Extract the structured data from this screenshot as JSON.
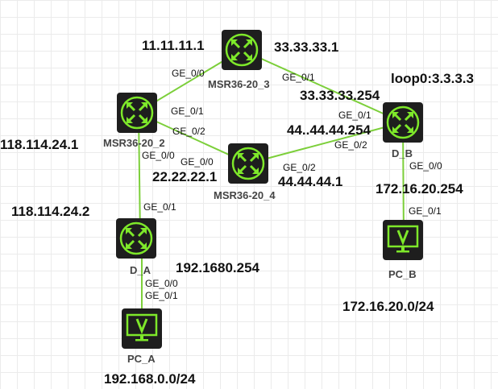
{
  "colors": {
    "link": "#7ccf3a",
    "device_bg": "#1e1e1e",
    "device_accent": "#7ee82a",
    "grid": "#ebebeb"
  },
  "devices": {
    "msr3": {
      "name": "MSR36-20_3",
      "icon": "router-icon"
    },
    "msr2": {
      "name": "MSR36-20_2",
      "icon": "router-icon"
    },
    "msr4": {
      "name": "MSR36-20_4",
      "icon": "router-icon"
    },
    "db": {
      "name": "D_B",
      "icon": "router-icon"
    },
    "da": {
      "name": "D_A",
      "icon": "router-icon"
    },
    "pcb": {
      "name": "PC_B",
      "icon": "pc-icon"
    },
    "pca": {
      "name": "PC_A",
      "icon": "pc-icon"
    }
  },
  "ports": {
    "msr2_msr3_a": "GE_0/0",
    "msr3_db_a": "GE_0/1",
    "msr2_msr4_a": "GE_0/1",
    "msr2_msr4_b": "GE_0/2",
    "msr2_da_a": "GE_0/0",
    "da_msr2": "GE_0/1",
    "msr4_msr2": "GE_0/0",
    "msr4_db": "GE_0/2",
    "db_msr3": "GE_0/1",
    "db_msr4": "GE_0/2",
    "db_pcb": "GE_0/0",
    "pcb_db": "GE_0/1",
    "da_pca": "GE_0/0",
    "pca_da": "GE_0/1"
  },
  "ips": {
    "msr3_left": "11.11.11.1",
    "msr3_right": "33.33.33.1",
    "db_loop": "loop0:3.3.3.3",
    "db_msr3": "33.33.33.254",
    "db_msr4": "44..44.44.254",
    "msr2_left": "118.114.24.1",
    "msr4_left": "22.22.22.1",
    "msr4_right": "44.44.44.1",
    "db_down": "172.16.20.254",
    "da_up": "118.114.24.2",
    "da_down": "192.1680.254",
    "pcb_net": "172.16.20.0/24",
    "pca_net": "192.168.0.0/24"
  }
}
